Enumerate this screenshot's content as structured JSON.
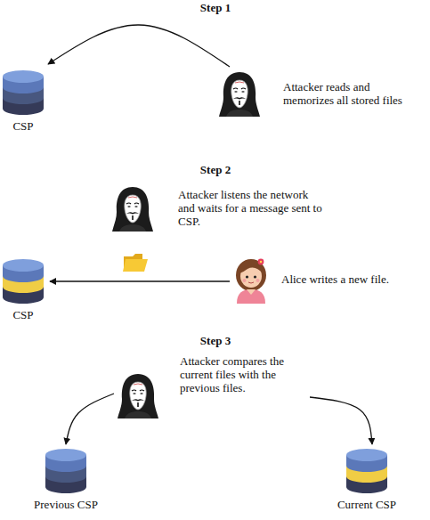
{
  "diagram": {
    "nodes": [
      {
        "text": [
          "CSP"
        ]
      },
      {
        "text": [
          "Attacker reads and memorizes all stored files"
        ]
      },
      {
        "text": [
          "Attacker listens the network and waits for a message sent to CSP."
        ]
      },
      {
        "text": [
          "CSP"
        ]
      },
      {
        "text": [
          "Alice writes a new file."
        ]
      },
      {
        "text": [
          "Attacker compares the current files with the previous files."
        ]
      },
      {
        "text": [
          "Previous CSP"
        ]
      },
      {
        "text": [
          "Current CSP"
        ]
      }
    ],
    "edges": [
      {
        "from": 1,
        "to": 0,
        "arrow": "to"
      },
      {
        "from": 4,
        "to": 3,
        "arrow": "to"
      },
      {
        "from": 5,
        "to": 6,
        "arrow": "to"
      },
      {
        "from": 5,
        "to": 7,
        "arrow": "to"
      }
    ],
    "labels": [
      "Step 1",
      "Step 2",
      "Step 3"
    ]
  }
}
